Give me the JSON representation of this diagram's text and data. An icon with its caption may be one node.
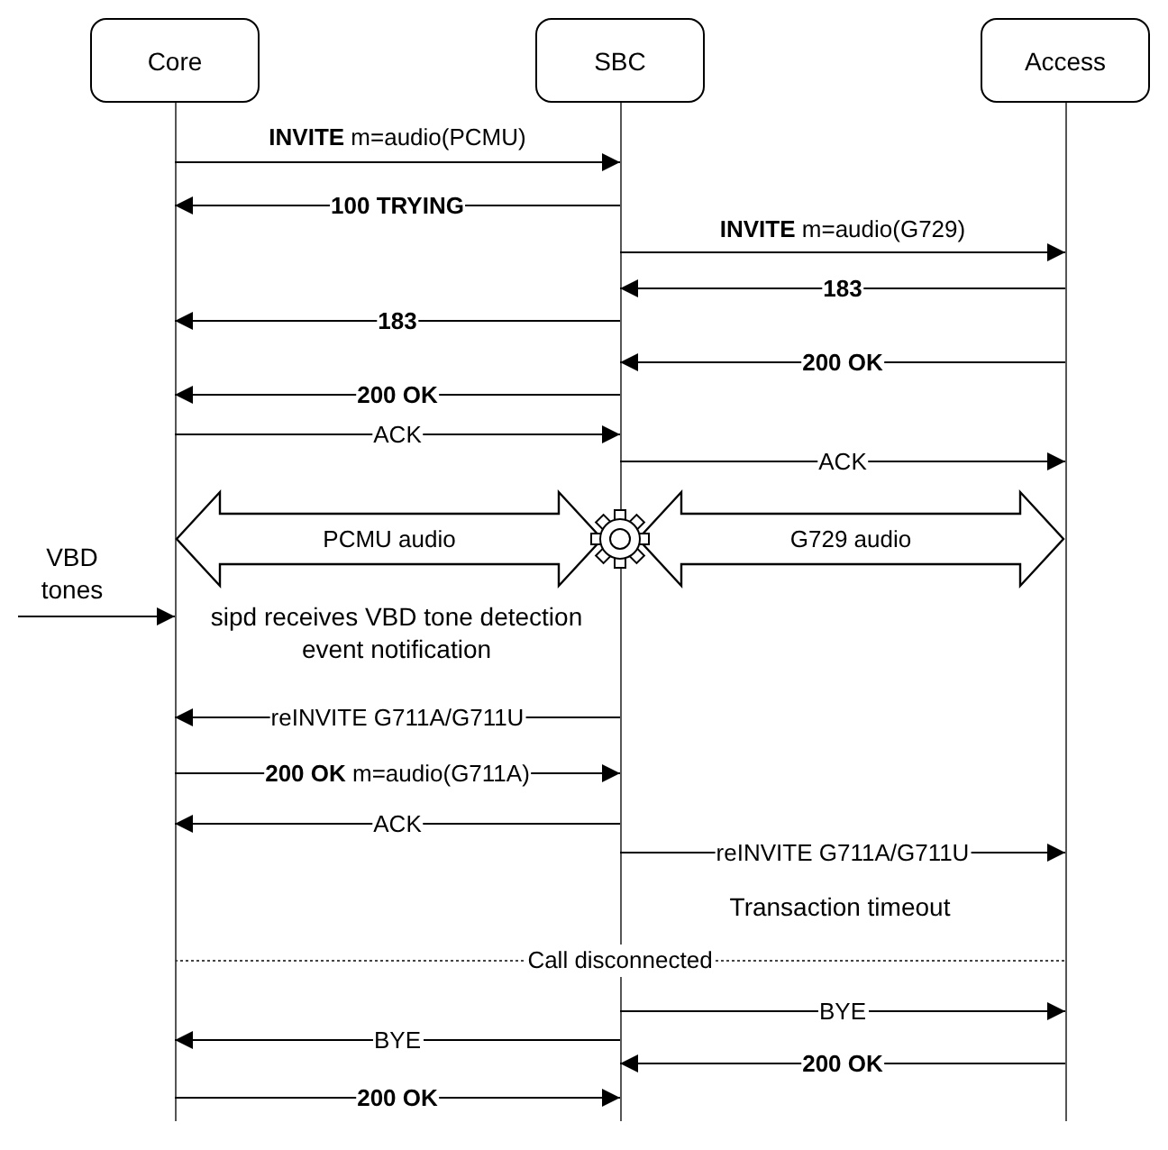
{
  "diagram": {
    "nodes": [
      {
        "text": [
          "Core"
        ]
      },
      {
        "text": [
          "SBC"
        ]
      },
      {
        "text": [
          "Access"
        ]
      }
    ],
    "edges": [
      {
        "from": 0,
        "to": 1,
        "arrow": "to",
        "label": "**INVITE** m=audio(PCMU)"
      },
      {
        "from": 1,
        "to": 0,
        "arrow": "to",
        "label": "100 TRYING"
      },
      {
        "from": 1,
        "to": 2,
        "arrow": "to",
        "label": "**INVITE** m=audio(G729)"
      },
      {
        "from": 2,
        "to": 1,
        "arrow": "to",
        "label": "183"
      },
      {
        "from": 1,
        "to": 0,
        "arrow": "to",
        "label": "183"
      },
      {
        "from": 2,
        "to": 1,
        "arrow": "to",
        "label": "200 OK"
      },
      {
        "from": 1,
        "to": 0,
        "arrow": "to",
        "label": "200 OK"
      },
      {
        "from": 0,
        "to": 1,
        "arrow": "to",
        "label": "ACK"
      },
      {
        "from": 1,
        "to": 2,
        "arrow": "to",
        "label": "ACK"
      },
      {
        "from": 0,
        "to": 1,
        "arrow": "both",
        "label": "PCMU audio",
        "style": "thick"
      },
      {
        "from": 1,
        "to": 2,
        "arrow": "both",
        "label": "G729 audio",
        "style": "thick"
      },
      {
        "from": null,
        "to": 0,
        "arrow": "to",
        "label": "VBD tones"
      },
      {
        "from": 1,
        "to": 0,
        "arrow": "to",
        "label": "reINVITE G711A/G711U"
      },
      {
        "from": 0,
        "to": 1,
        "arrow": "to",
        "label": "**200 OK** m=audio(G711A)"
      },
      {
        "from": 1,
        "to": 0,
        "arrow": "to",
        "label": "ACK"
      },
      {
        "from": 1,
        "to": 2,
        "arrow": "to",
        "label": "reINVITE G711A/G711U"
      },
      {
        "from": 1,
        "to": 2,
        "arrow": "to",
        "label": "BYE"
      },
      {
        "from": 1,
        "to": 0,
        "arrow": "to",
        "label": "BYE"
      },
      {
        "from": 2,
        "to": 1,
        "arrow": "to",
        "label": "200 OK"
      },
      {
        "from": 0,
        "to": 1,
        "arrow": "to",
        "label": "200 OK"
      }
    ],
    "labels": [
      "sipd receives VBD tone detection event notification",
      "Transaction timeout",
      "Call disconnected"
    ]
  }
}
